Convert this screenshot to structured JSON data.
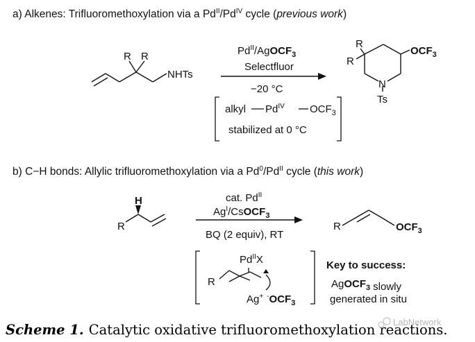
{
  "part_a": {
    "heading_prefix": "a) Alkenes: Trifluoromethoxylation via a Pd",
    "heading_sup1": "II",
    "heading_slash": "/Pd",
    "heading_sup2": "IV",
    "heading_cycle": " cycle (",
    "heading_italic": "previous work",
    "heading_close": ")",
    "substrate": {
      "r1": "R",
      "r2": "R",
      "nhts": "NHTs"
    },
    "reagent_pd": "Pd",
    "reagent_pd_sup": "II",
    "reagent_ag": "/Ag",
    "reagent_ocf3": "OCF3",
    "reagent_selectfluor": "Selectfluor",
    "temperature": "−20 °C",
    "product": {
      "r_top": "R",
      "r_left": "R",
      "ocf3": "OCF3",
      "n": "N",
      "ts": "Ts"
    },
    "intermediate_alkyl": "alkyl",
    "intermediate_pd": "Pd",
    "intermediate_pd_sup": "IV",
    "intermediate_ocf3": "OCF3",
    "intermediate_note": "stabilized at 0 °C"
  },
  "part_b": {
    "heading_prefix": "b) C−H bonds: Allylic trifluoromethoxylation via a Pd",
    "heading_sup1": "0",
    "heading_slash": "/Pd",
    "heading_sup2": "II",
    "heading_cycle": " cycle (",
    "heading_italic": "this work",
    "heading_close": ")",
    "substrate": {
      "h": "H",
      "r": "R"
    },
    "reagent_cat": "cat. Pd",
    "reagent_cat_sup": "II",
    "reagent_ag": "Ag",
    "reagent_ag_sup": "I",
    "reagent_cs": "/Cs",
    "reagent_ocf3": "OCF3",
    "conditions": "BQ (2 equiv), RT",
    "product": {
      "r": "R",
      "ocf3": "OCF3"
    },
    "complex": {
      "pd": "Pd",
      "pd_sup": "II",
      "x": "X",
      "r": "R",
      "ag": "Ag",
      "ag_sup": "+",
      "anion_sup": "-",
      "ocf3": "OCF3"
    },
    "key_title": "Key to success:",
    "key_ag": "Ag",
    "key_ocf3": "OCF3",
    "key_slowly": "slowly",
    "key_line2": "generated in situ"
  },
  "caption": {
    "label": "Scheme 1.",
    "text": "Catalytic oxidative trifluoromethoxylation reactions."
  },
  "watermark": "LabNetwork"
}
